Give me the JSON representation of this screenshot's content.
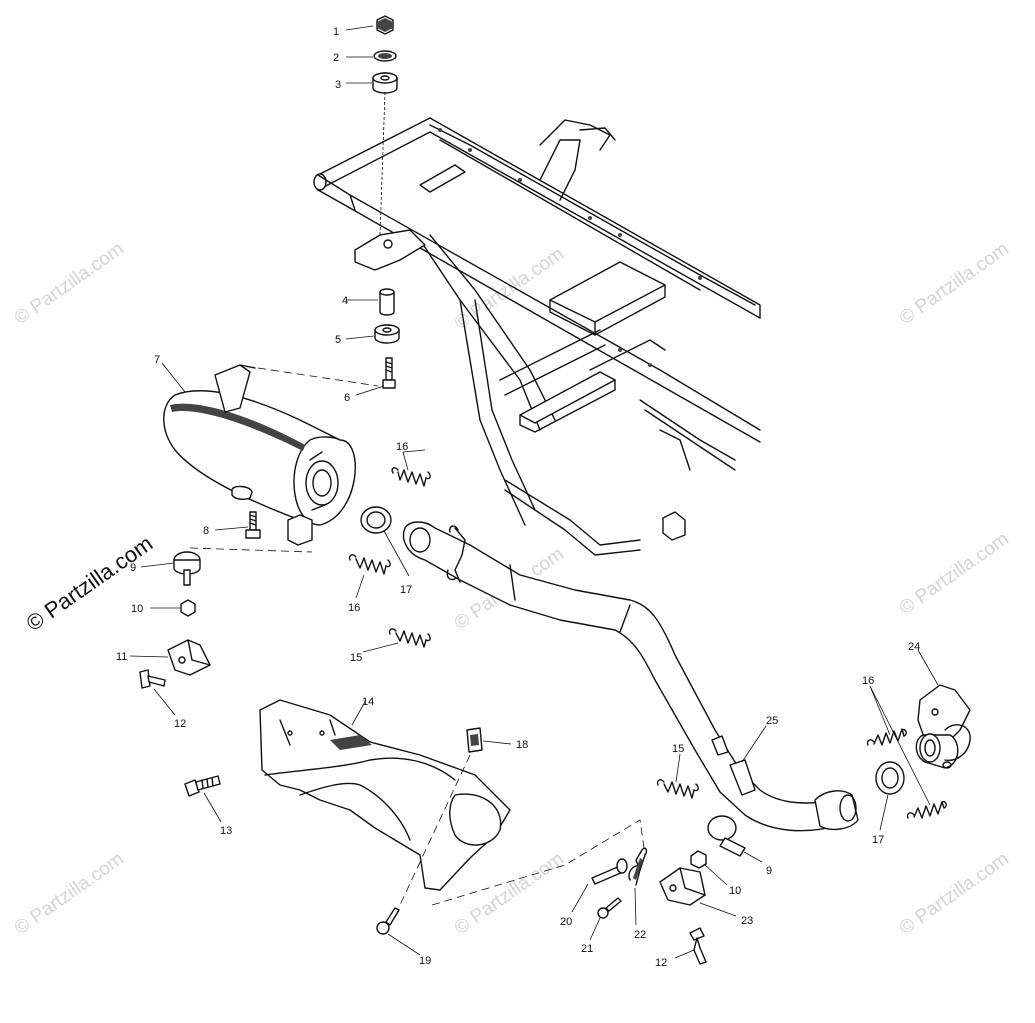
{
  "watermark": {
    "primary": "© Partzilla.com",
    "faint": "© Partzilla.com"
  },
  "callouts": {
    "c1": "1",
    "c2": "2",
    "c3": "3",
    "c4": "4",
    "c5": "5",
    "c6": "6",
    "c7": "7",
    "c8": "8",
    "c9a": "9",
    "c9b": "9",
    "c10a": "10",
    "c10b": "10",
    "c11": "11",
    "c12a": "12",
    "c12b": "12",
    "c13": "13",
    "c14": "14",
    "c15a": "15",
    "c15b": "15",
    "c16a": "16",
    "c16b": "16",
    "c16c": "16",
    "c17a": "17",
    "c17b": "17",
    "c18": "18",
    "c19": "19",
    "c20": "20",
    "c21": "21",
    "c22": "22",
    "c23": "23",
    "c24": "24",
    "c25": "25"
  },
  "colors": {
    "ink": "#111111",
    "watermark": "#d4d4d4",
    "background": "#ffffff"
  }
}
